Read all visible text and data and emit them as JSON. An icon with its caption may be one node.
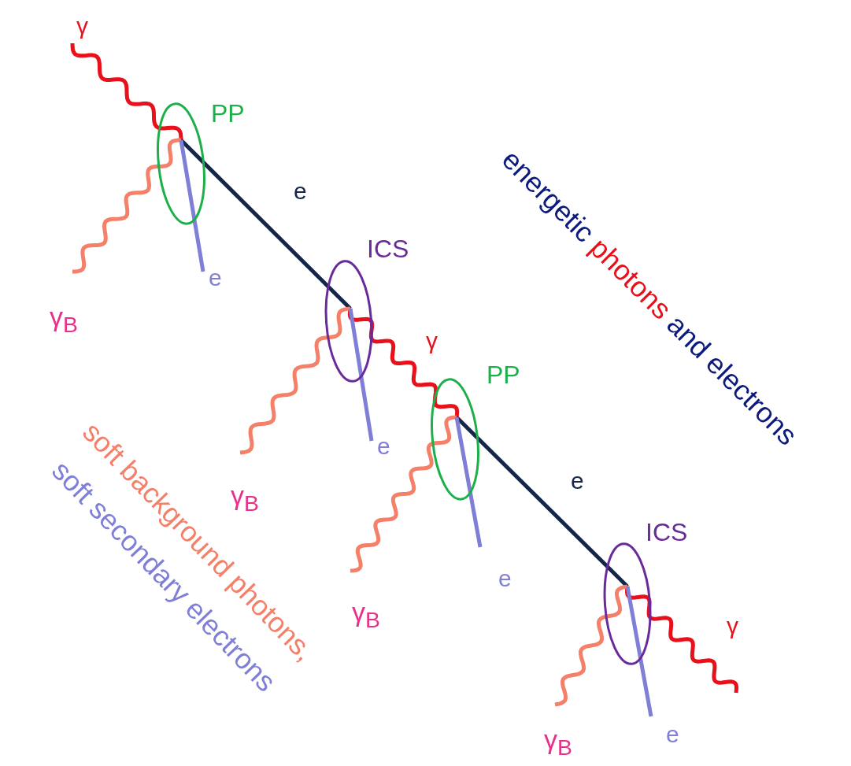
{
  "diagram": {
    "nodes": [
      {
        "text": [
          "PP"
        ]
      },
      {
        "text": [
          "ICS"
        ]
      },
      {
        "text": [
          "PP"
        ]
      },
      {
        "text": [
          "ICS"
        ]
      }
    ],
    "edges": [
      {
        "from": null,
        "to": 0,
        "arrow": "none",
        "label": "γ",
        "color": "#e8101a"
      },
      {
        "from": 0,
        "to": 1,
        "arrow": "none",
        "label": "e",
        "color": "#14264a"
      },
      {
        "from": 1,
        "to": 2,
        "arrow": "none",
        "label": "γ",
        "color": "#e8101a"
      },
      {
        "from": 2,
        "to": 3,
        "arrow": "none",
        "label": "e",
        "color": "#14264a"
      },
      {
        "from": 3,
        "to": null,
        "arrow": "none",
        "label": "γ",
        "color": "#e8101a"
      },
      {
        "from": null,
        "to": 0,
        "arrow": "none",
        "label": "γ$_{B}$",
        "color": "#f4806a"
      },
      {
        "from": null,
        "to": 1,
        "arrow": "none",
        "label": "γ$_{B}$",
        "color": "#f4806a"
      },
      {
        "from": null,
        "to": 2,
        "arrow": "none",
        "label": "γ$_{B}$",
        "color": "#f4806a"
      },
      {
        "from": null,
        "to": 3,
        "arrow": "none",
        "label": "γ$_{B}$",
        "color": "#f4806a"
      },
      {
        "from": 0,
        "to": null,
        "arrow": "none",
        "label": "e",
        "color": "#7f7fd8"
      },
      {
        "from": 1,
        "to": null,
        "arrow": "none",
        "label": "e",
        "color": "#7f7fd8"
      },
      {
        "from": 2,
        "to": null,
        "arrow": "none",
        "label": "e",
        "color": "#7f7fd8"
      },
      {
        "from": 3,
        "to": null,
        "arrow": "none",
        "label": "e",
        "color": "#7f7fd8"
      }
    ],
    "labels": [
      "energetic",
      "photons",
      "and electrons",
      "soft",
      "background",
      "photons,",
      "soft secondary electrons"
    ]
  }
}
